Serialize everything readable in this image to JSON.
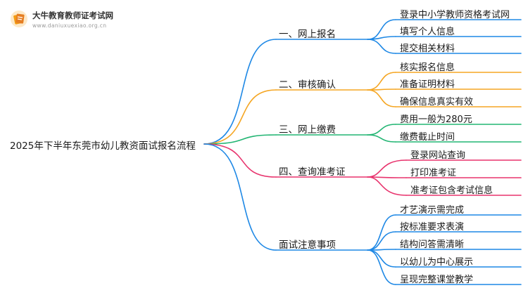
{
  "logo": {
    "title": "大牛教育教师证考试网",
    "url": "www.daniuxuexiao.org.cn"
  },
  "root": "2025年下半年东莞市幼儿教资面试报名流程",
  "branches": [
    {
      "label": "一、网上报名",
      "color": "#1e88e5",
      "leaves": [
        "登录中小学教师资格考试网",
        "填写个人信息",
        "提交相关材料"
      ]
    },
    {
      "label": "二、审核确认",
      "color": "#f5a623",
      "leaves": [
        "核实报名信息",
        "准备证明材料",
        "确保信息真实有效"
      ]
    },
    {
      "label": "三、网上缴费",
      "color": "#22b573",
      "leaves": [
        "费用一般为280元",
        "缴费截止时间"
      ]
    },
    {
      "label": "四、查询准考证",
      "color": "#e8336d",
      "leaves": [
        "登录网站查询",
        "打印准考证",
        "准考证包含考试信息"
      ]
    },
    {
      "label": "面试注意事项",
      "color": "#1e88e5",
      "leaves": [
        "才艺演示需完成",
        "按标准要求表演",
        "结构问答需清晰",
        "以幼儿为中心展示",
        "呈现完整课堂教学"
      ]
    }
  ]
}
